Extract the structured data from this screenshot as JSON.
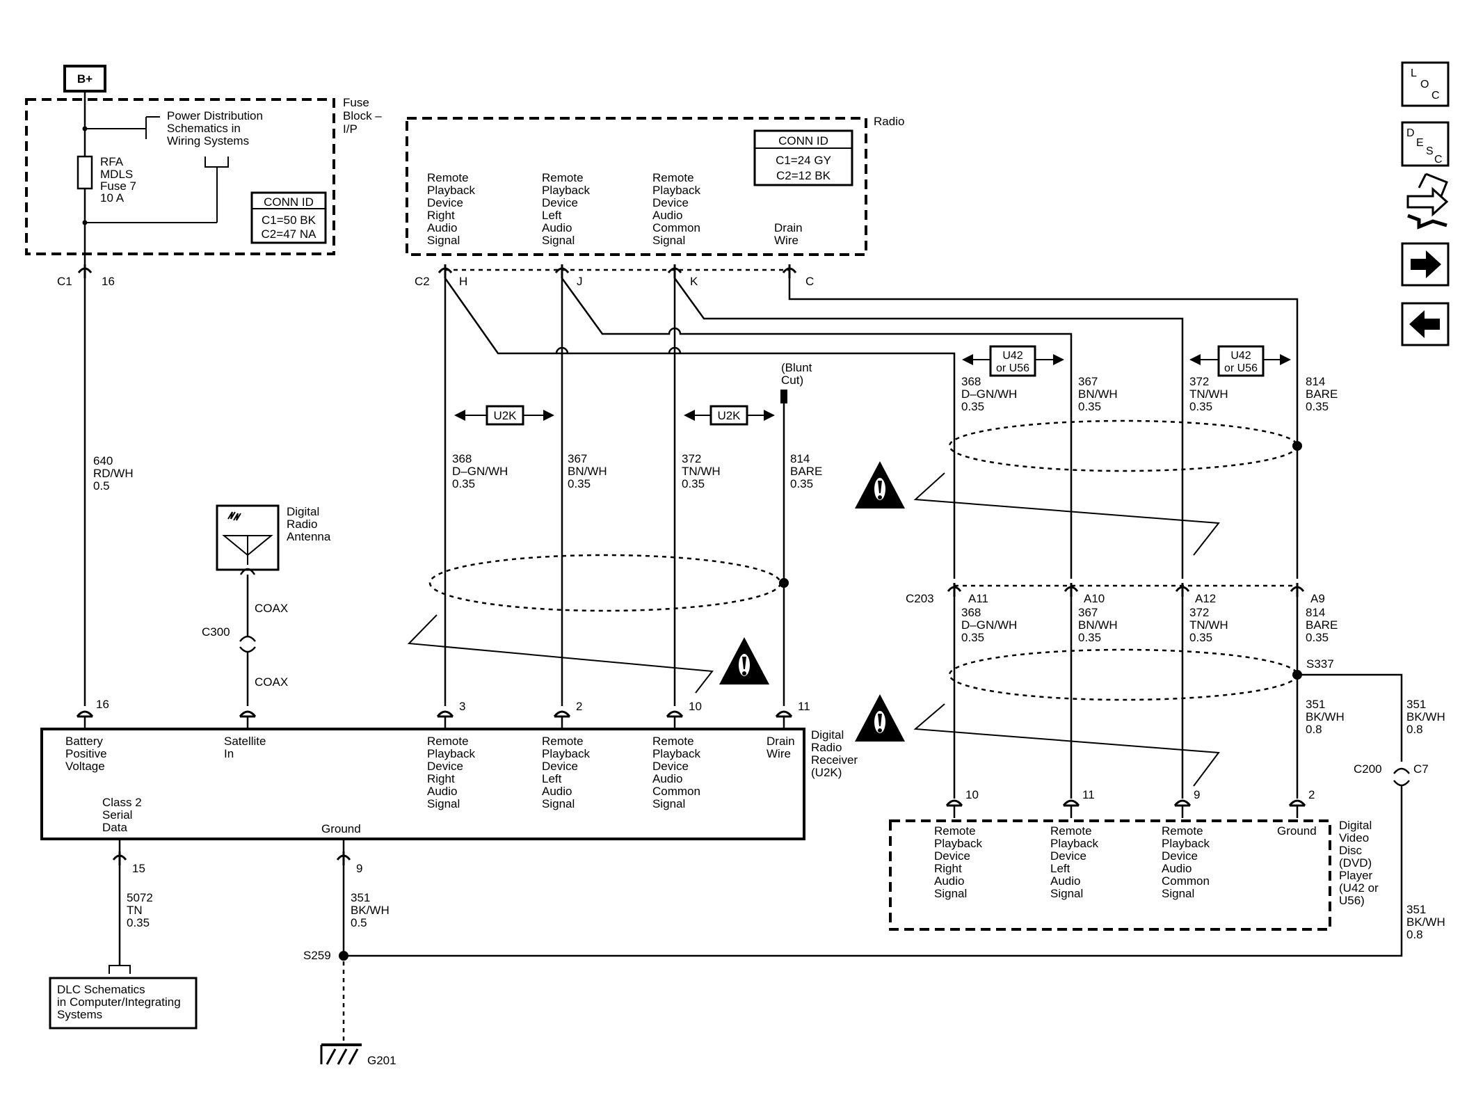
{
  "power": {
    "bplus": "B+",
    "fuse_block": [
      "Fuse",
      "Block –",
      "I/P"
    ],
    "power_dist": [
      "Power Distribution",
      "Schematics in",
      "Wiring Systems"
    ],
    "fuse": [
      "RFA",
      "MDLS",
      "Fuse 7",
      "10 A"
    ],
    "conn_id": {
      "title": "CONN ID",
      "c1": "C1=50 BK",
      "c2": "C2=47 NA"
    },
    "connector": "C1",
    "pin": "16",
    "wire": [
      "640",
      "RD/WH",
      "0.5"
    ]
  },
  "radio": {
    "name": "Radio",
    "conn_id": {
      "title": "CONN ID",
      "c1": "C1=24 GY",
      "c2": "C2=12 BK"
    },
    "connector": "C2",
    "signals": [
      {
        "label": [
          "Remote",
          "Playback",
          "Device",
          "Right",
          "Audio",
          "Signal"
        ],
        "pin": "H"
      },
      {
        "label": [
          "Remote",
          "Playback",
          "Device",
          "Left",
          "Audio",
          "Signal"
        ],
        "pin": "J"
      },
      {
        "label": [
          "Remote",
          "Playback",
          "Device",
          "Audio",
          "Common",
          "Signal"
        ],
        "pin": "K"
      },
      {
        "label": [
          "Drain",
          "Wire"
        ],
        "pin": "C"
      }
    ]
  },
  "u2k_wires": [
    {
      "circuit": "368",
      "color": "D–GN/WH",
      "gauge": "0.35"
    },
    {
      "circuit": "367",
      "color": "BN/WH",
      "gauge": "0.35"
    },
    {
      "circuit": "372",
      "color": "TN/WH",
      "gauge": "0.35"
    },
    {
      "circuit": "814",
      "color": "BARE",
      "gauge": "0.35"
    }
  ],
  "option_u2k": "U2K",
  "option_u42": [
    "U42",
    "or U56"
  ],
  "blunt_cut": [
    "(Blunt",
    "Cut)"
  ],
  "antenna": {
    "label": [
      "Digital",
      "Radio",
      "Antenna"
    ],
    "coax_top": "COAX",
    "coax_bottom": "COAX",
    "connector": "C300"
  },
  "receiver": {
    "name": [
      "Digital",
      "Radio",
      "Receiver",
      "(U2K)"
    ],
    "pins": [
      {
        "pin": "16",
        "label": [
          "Battery",
          "Positive",
          "Voltage"
        ]
      },
      {
        "pin": "",
        "label": [
          "Satellite",
          "In"
        ]
      },
      {
        "pin": "3",
        "label": [
          "Remote",
          "Playback",
          "Device",
          "Right",
          "Audio",
          "Signal"
        ]
      },
      {
        "pin": "2",
        "label": [
          "Remote",
          "Playback",
          "Device",
          "Left",
          "Audio",
          "Signal"
        ]
      },
      {
        "pin": "10",
        "label": [
          "Remote",
          "Playback",
          "Device",
          "Audio",
          "Common",
          "Signal"
        ]
      },
      {
        "pin": "11",
        "label": [
          "Drain",
          "Wire"
        ]
      }
    ],
    "class2": [
      "Class 2",
      "Serial",
      "Data"
    ],
    "ground": "Ground",
    "class2_pin": "15",
    "ground_pin": "9"
  },
  "dlc": {
    "wire": [
      "5072",
      "TN",
      "0.35"
    ],
    "label": [
      "DLC Schematics",
      "in Computer/Integrating",
      "Systems"
    ]
  },
  "ground_wire": [
    "351",
    "BK/WH",
    "0.5"
  ],
  "splice_s259": "S259",
  "ground_g201": "G201",
  "c203": {
    "connector": "C203",
    "pins": [
      {
        "pin": "A11",
        "wire": [
          "368",
          "D–GN/WH",
          "0.35"
        ]
      },
      {
        "pin": "A10",
        "wire": [
          "367",
          "BN/WH",
          "0.35"
        ]
      },
      {
        "pin": "A12",
        "wire": [
          "372",
          "TN/WH",
          "0.35"
        ]
      },
      {
        "pin": "A9",
        "wire": [
          "814",
          "BARE",
          "0.35"
        ]
      }
    ]
  },
  "splice_s337": "S337",
  "dvd_wire": [
    "351",
    "BK/WH",
    "0.8"
  ],
  "c200": {
    "connector": "C200",
    "pin": "C7",
    "wire_top": [
      "351",
      "BK/WH",
      "0.8"
    ],
    "wire_bottom": [
      "351",
      "BK/WH",
      "0.8"
    ]
  },
  "dvd": {
    "name": [
      "Digital",
      "Video",
      "Disc",
      "(DVD)",
      "Player",
      "(U42 or",
      "U56)"
    ],
    "pins": [
      {
        "pin": "10",
        "label": [
          "Remote",
          "Playback",
          "Device",
          "Right",
          "Audio",
          "Signal"
        ]
      },
      {
        "pin": "11",
        "label": [
          "Remote",
          "Playback",
          "Device",
          "Left",
          "Audio",
          "Signal"
        ]
      },
      {
        "pin": "9",
        "label": [
          "Remote",
          "Playback",
          "Device",
          "Audio",
          "Common",
          "Signal"
        ]
      },
      {
        "pin": "2",
        "label": [
          "Ground"
        ]
      }
    ]
  },
  "nav": {
    "loc": [
      "L",
      "O",
      "C"
    ],
    "desc": [
      "D",
      "E",
      "S",
      "C"
    ],
    "icons": [
      "connector-end-view-icon",
      "next-arrow-icon",
      "previous-arrow-icon"
    ]
  }
}
